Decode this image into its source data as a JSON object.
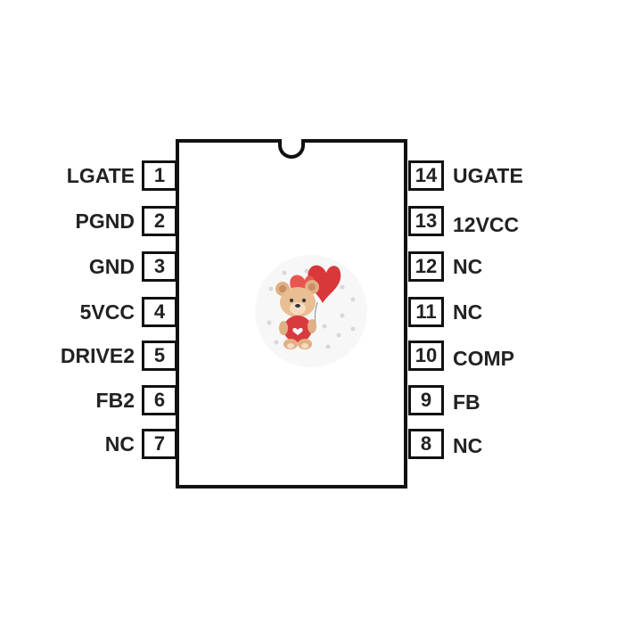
{
  "left_pins": [
    {
      "number": "1",
      "label": "LGATE"
    },
    {
      "number": "2",
      "label": "PGND"
    },
    {
      "number": "3",
      "label": "GND"
    },
    {
      "number": "4",
      "label": "5VCC"
    },
    {
      "number": "5",
      "label": "DRIVE2"
    },
    {
      "number": "6",
      "label": "FB2"
    },
    {
      "number": "7",
      "label": "NC"
    }
  ],
  "right_pins": [
    {
      "number": "14",
      "label": "UGATE"
    },
    {
      "number": "13",
      "label": "12VCC"
    },
    {
      "number": "12",
      "label": "NC"
    },
    {
      "number": "11",
      "label": "NC"
    },
    {
      "number": "10",
      "label": "COMP"
    },
    {
      "number": "9",
      "label": "FB"
    },
    {
      "number": "8",
      "label": "NC"
    }
  ],
  "sticker": {
    "icon": "teddy-bear-with-heart-balloon-icon"
  }
}
